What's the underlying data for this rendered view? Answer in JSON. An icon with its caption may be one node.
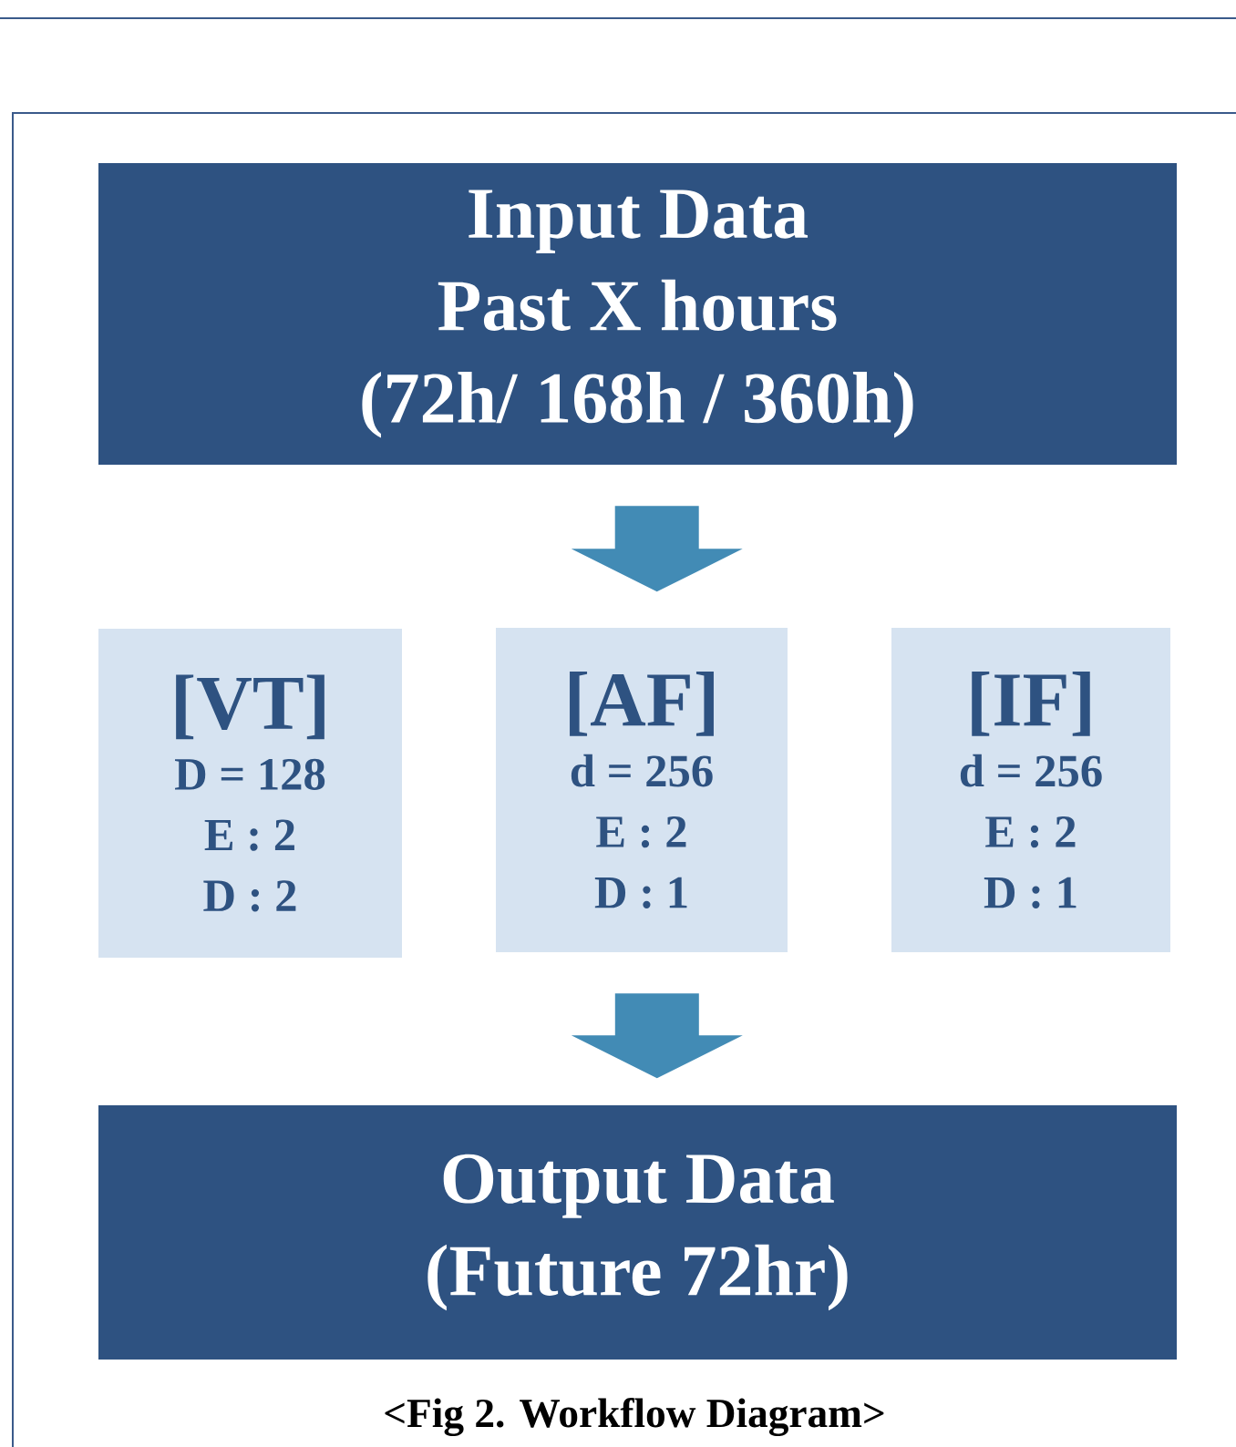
{
  "diagram": {
    "caption": "<Fig 2. Workflow Diagram>",
    "nodes": [
      {
        "text": [
          "Input Data",
          "Past X hours",
          "(72h/ 168h / 360h)"
        ]
      },
      {
        "text": [
          "[VT]",
          "D = 128",
          "E : 2",
          "D : 2"
        ]
      },
      {
        "text": [
          "[AF]",
          "d = 256",
          "E : 2",
          "D : 1"
        ]
      },
      {
        "text": [
          "[IF]",
          "d = 256",
          "E : 2",
          "D : 1"
        ]
      },
      {
        "text": [
          "Output Data",
          "(Future 72hr)"
        ]
      }
    ],
    "edges": [
      {
        "from": 0,
        "to": 2,
        "arrow": "to"
      },
      {
        "from": 2,
        "to": 4,
        "arrow": "to"
      }
    ]
  }
}
